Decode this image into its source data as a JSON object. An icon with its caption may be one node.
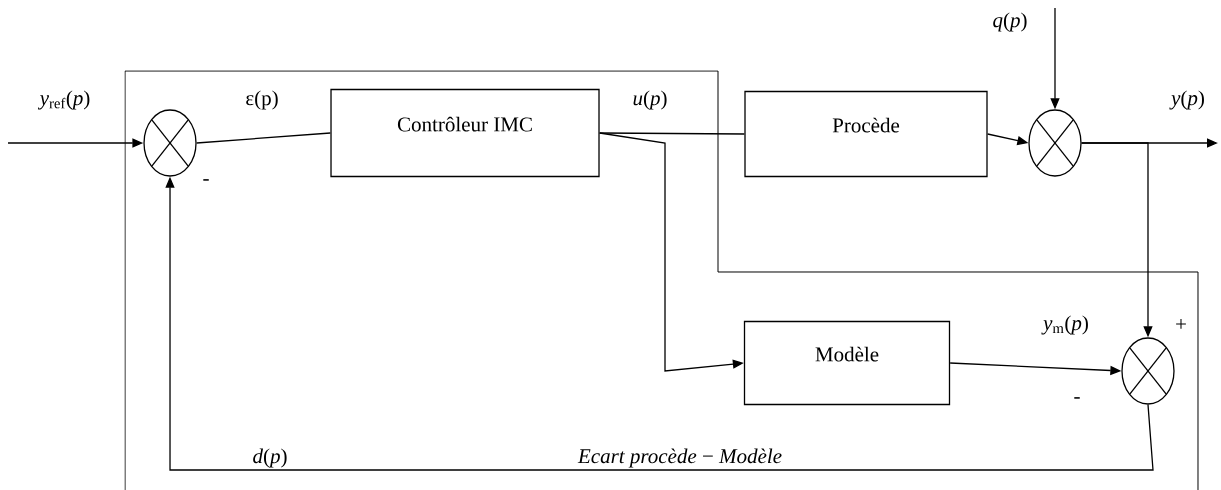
{
  "diagram": {
    "nodes": [
      {
        "text": [],
        "shape": "circle"
      },
      {
        "text": [
          "Contrôleur IMC"
        ]
      },
      {
        "text": [
          "Procède"
        ]
      },
      {
        "text": [],
        "shape": "circle"
      },
      {
        "text": [
          "Modèle"
        ]
      },
      {
        "text": [],
        "shape": "circle"
      }
    ],
    "edges": [
      {
        "from": null,
        "to": 0,
        "arrow": "to",
        "label": "*y*$_{ref}$(*p*)"
      },
      {
        "from": 0,
        "to": 1,
        "arrow": "none",
        "label": "ε(p)"
      },
      {
        "from": 1,
        "to": 2,
        "arrow": "none",
        "label": "*u*(*p*)"
      },
      {
        "from": 2,
        "to": 3,
        "arrow": "to"
      },
      {
        "from": null,
        "to": 3,
        "arrow": "to",
        "label": "*q*(*p*)"
      },
      {
        "from": 3,
        "to": null,
        "arrow": "to",
        "label": "*y*(*p*)"
      },
      {
        "from": 3,
        "to": 5,
        "arrow": "to"
      },
      {
        "from": 1,
        "to": 4,
        "arrow": "to"
      },
      {
        "from": 4,
        "to": 5,
        "arrow": "to",
        "label": "*y*$_{m}$(*p*)"
      },
      {
        "from": 5,
        "to": 0,
        "arrow": "to",
        "label": "*d*(*p*)"
      }
    ],
    "labels": [
      "-",
      "*Ecart procède* − *Modèle*",
      "+",
      "-"
    ]
  }
}
